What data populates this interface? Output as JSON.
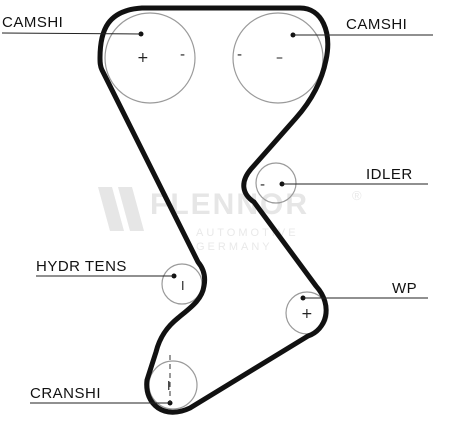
{
  "diagram": {
    "labels": {
      "camshaft_left": "CAMSHI",
      "camshaft_right": "CAMSHI",
      "idler": "IDLER",
      "hydr_tens": "HYDR TENS",
      "wp": "WP",
      "crankshaft": "CRANSHI"
    },
    "marks": {
      "camshaft_left_plus": "+",
      "camshaft_left_minus": "-",
      "camshaft_right_minus_a": "-",
      "camshaft_right_minus_b": "–",
      "idler_minus": "-",
      "hydr_tens_mark": "I",
      "wp_plus": "+",
      "crankshaft_mark": "I"
    },
    "watermark": {
      "brand": "FLENNOR",
      "sub1": "AUTOMOTIVE",
      "sub2": "GERMANY",
      "registered": "®"
    }
  },
  "colors": {
    "belt": "#111111",
    "pulley": "#9a9a9a",
    "watermark": "#e6e6e6"
  }
}
